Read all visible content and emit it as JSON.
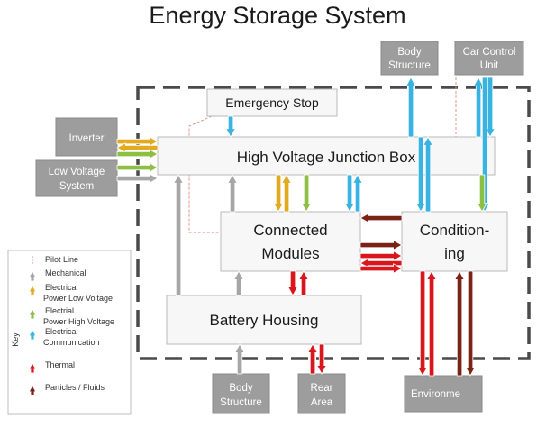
{
  "title": "Energy Storage System",
  "external_nodes": {
    "body_structure_top": [
      "Body",
      "Structure"
    ],
    "car_control_unit": [
      "Car Control",
      "Unit"
    ],
    "inverter": "Inverter",
    "low_voltage_system": [
      "Low Voltage",
      "System"
    ],
    "body_structure_bottom": [
      "Body",
      "Structure"
    ],
    "rear_area": [
      "Rear",
      "Area"
    ],
    "environment": "Environme"
  },
  "internal_nodes": {
    "emergency_stop": "Emergency Stop",
    "hv_junction_box": "High Voltage Junction Box",
    "connected_modules": [
      "Connected",
      "Modules"
    ],
    "conditioning": [
      "Condition-",
      "ing"
    ],
    "battery_housing": "Battery Housing"
  },
  "key": {
    "heading": "Key",
    "items": [
      {
        "label": [
          "Pilot Line"
        ],
        "color": "#d9d9d9"
      },
      {
        "label": [
          "Mechanical"
        ],
        "color": "#a6a6a6"
      },
      {
        "label": [
          "Electrical",
          "Power Low Voltage"
        ],
        "color": "#e2aa1f"
      },
      {
        "label": [
          "Electrial",
          "Power High Voltage"
        ],
        "color": "#8dbf45"
      },
      {
        "label": [
          "Electrical",
          "Communication"
        ],
        "color": "#39b4e2"
      },
      {
        "label": [
          "Thermal"
        ],
        "color": "#d9161c"
      },
      {
        "label": [
          "Particles / Fluids"
        ],
        "color": "#7b2217"
      }
    ]
  },
  "colors": {
    "pilot": "#e08a80",
    "mechanical": "#a6a6a6",
    "low_voltage": "#e2aa1f",
    "high_voltage": "#8dbf45",
    "communication": "#39b4e2",
    "thermal": "#d9161c",
    "fluids": "#7b2217",
    "node_fill": "#9d9d9d"
  }
}
